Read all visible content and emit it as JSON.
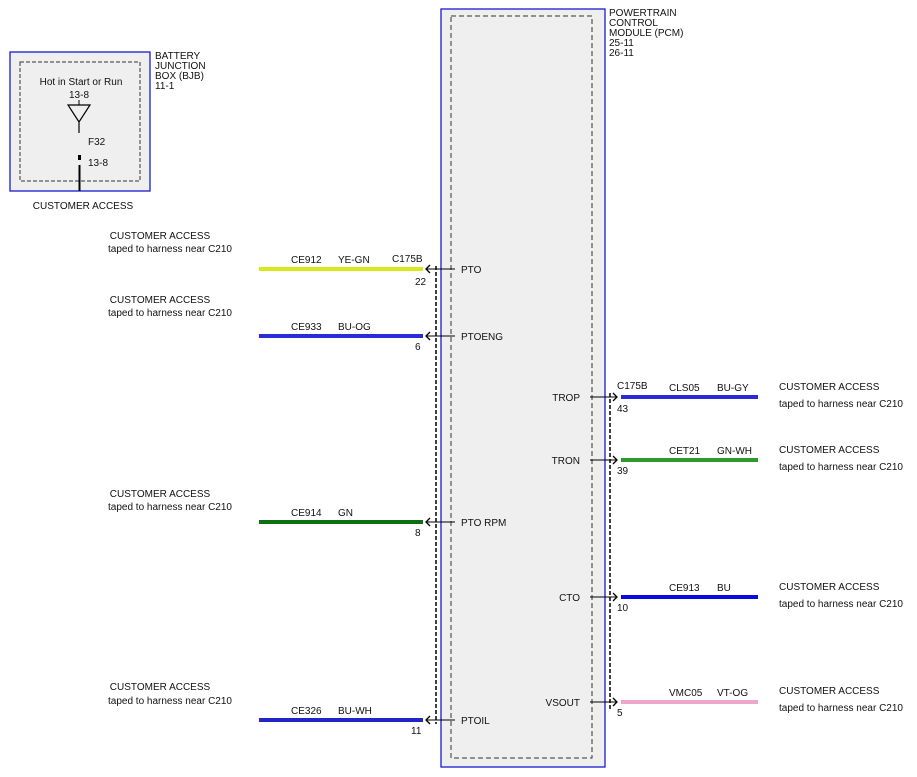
{
  "bjb": {
    "title_lines": [
      "BATTERY",
      "JUNCTION",
      "BOX (BJB)",
      "11-1"
    ],
    "hot_label": "Hot in Start or Run",
    "hot_ref": "13-8",
    "fuse": "F32",
    "fuse_ref": "13-8",
    "access": "CUSTOMER ACCESS"
  },
  "pcm": {
    "title_lines": [
      "POWERTRAIN",
      "CONTROL",
      "MODULE (PCM)",
      "25-11",
      "26-11"
    ],
    "connector": "C175B"
  },
  "access": {
    "title": "CUSTOMER ACCESS",
    "note": "taped to harness near C210"
  },
  "colors": {
    "module_border": "#1a1ad0",
    "module_fill": "#efefef",
    "YE-GN": "#d9e81c",
    "BU-OG": "#2a2ad8",
    "GN": "#0f6e0f",
    "BU-WH": "#2323c8",
    "BU-GY": "#2a2ad8",
    "GN-WH": "#2d9a2d",
    "BU": "#0a0ae0",
    "VT-OG": "#f0a6c8"
  },
  "left_pins": [
    {
      "signal": "PTO",
      "pin": "22",
      "circuit": "CE912",
      "wire": "YE-GN",
      "connector": "C175B"
    },
    {
      "signal": "PTOENG",
      "pin": "6",
      "circuit": "CE933",
      "wire": "BU-OG",
      "connector": ""
    },
    {
      "signal": "PTO RPM",
      "pin": "8",
      "circuit": "CE914",
      "wire": "GN",
      "connector": ""
    },
    {
      "signal": "PTOIL",
      "pin": "11",
      "circuit": "CE326",
      "wire": "BU-WH",
      "connector": ""
    }
  ],
  "right_pins": [
    {
      "signal": "TROP",
      "pin": "43",
      "circuit": "CLS05",
      "wire": "BU-GY",
      "connector": "C175B"
    },
    {
      "signal": "TRON",
      "pin": "39",
      "circuit": "CET21",
      "wire": "GN-WH",
      "connector": ""
    },
    {
      "signal": "CTO",
      "pin": "10",
      "circuit": "CE913",
      "wire": "BU",
      "connector": ""
    },
    {
      "signal": "VSOUT",
      "pin": "5",
      "circuit": "VMC05",
      "wire": "VT-OG",
      "connector": ""
    }
  ]
}
